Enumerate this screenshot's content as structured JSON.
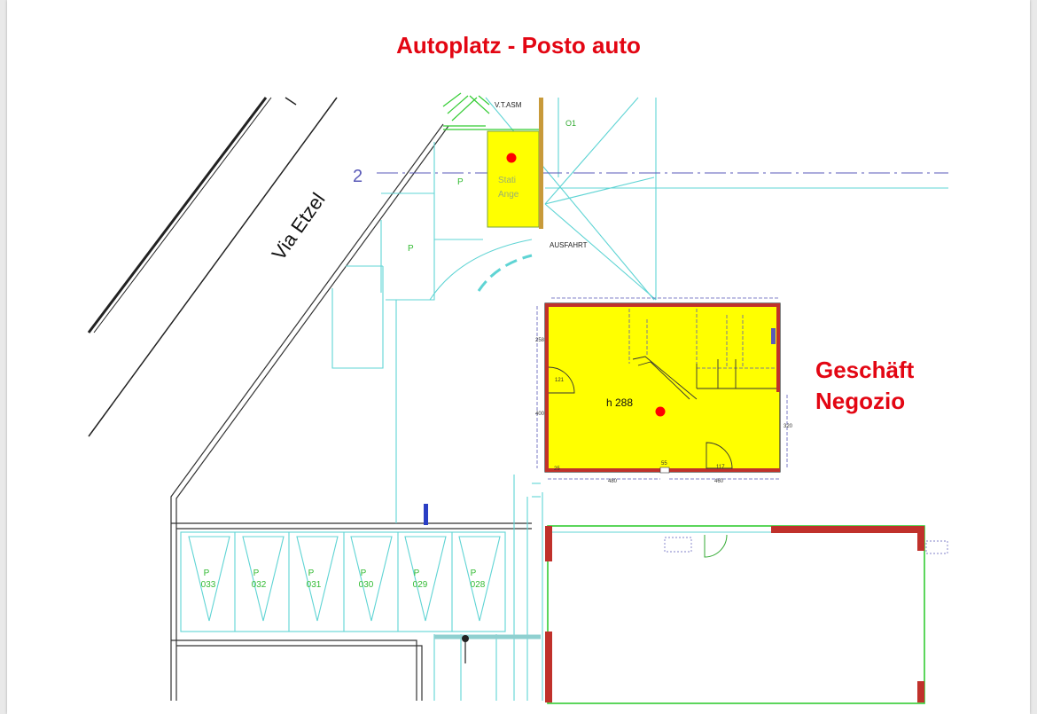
{
  "title": "Autoplatz - Posto auto",
  "street": "Via Etzel",
  "shop": {
    "label_de": "Geschäft",
    "label_it": "Negozio",
    "height": "h 288"
  },
  "plan_labels": {
    "vt_asm": "V.T.ASM",
    "o1": "O1",
    "axis": "2",
    "ausfahrt": "AUSFAHRT",
    "parking_letter": "P",
    "parking_space_text_1": "Stati",
    "parking_space_text_2": "Ange"
  },
  "dims": {
    "d_258": "258",
    "d_400": "400",
    "d_320": "320",
    "d_121": "121",
    "d_117": "117",
    "d_55": "55",
    "d_25": "25",
    "d_480": "480",
    "d_460": "460"
  },
  "parking_spaces": [
    {
      "p": "P",
      "number": "033"
    },
    {
      "p": "P",
      "number": "032"
    },
    {
      "p": "P",
      "number": "031"
    },
    {
      "p": "P",
      "number": "030"
    },
    {
      "p": "P",
      "number": "029"
    },
    {
      "p": "P",
      "number": "028"
    }
  ],
  "colors": {
    "title_red": "#e30613",
    "highlight_yellow": "#ffff00",
    "cad_cyan": "#5fd4d4",
    "cad_green": "#33cc33",
    "wall_red": "#c0312b",
    "axis_blue": "#5a5ab8",
    "marker_red": "#ff0000"
  }
}
